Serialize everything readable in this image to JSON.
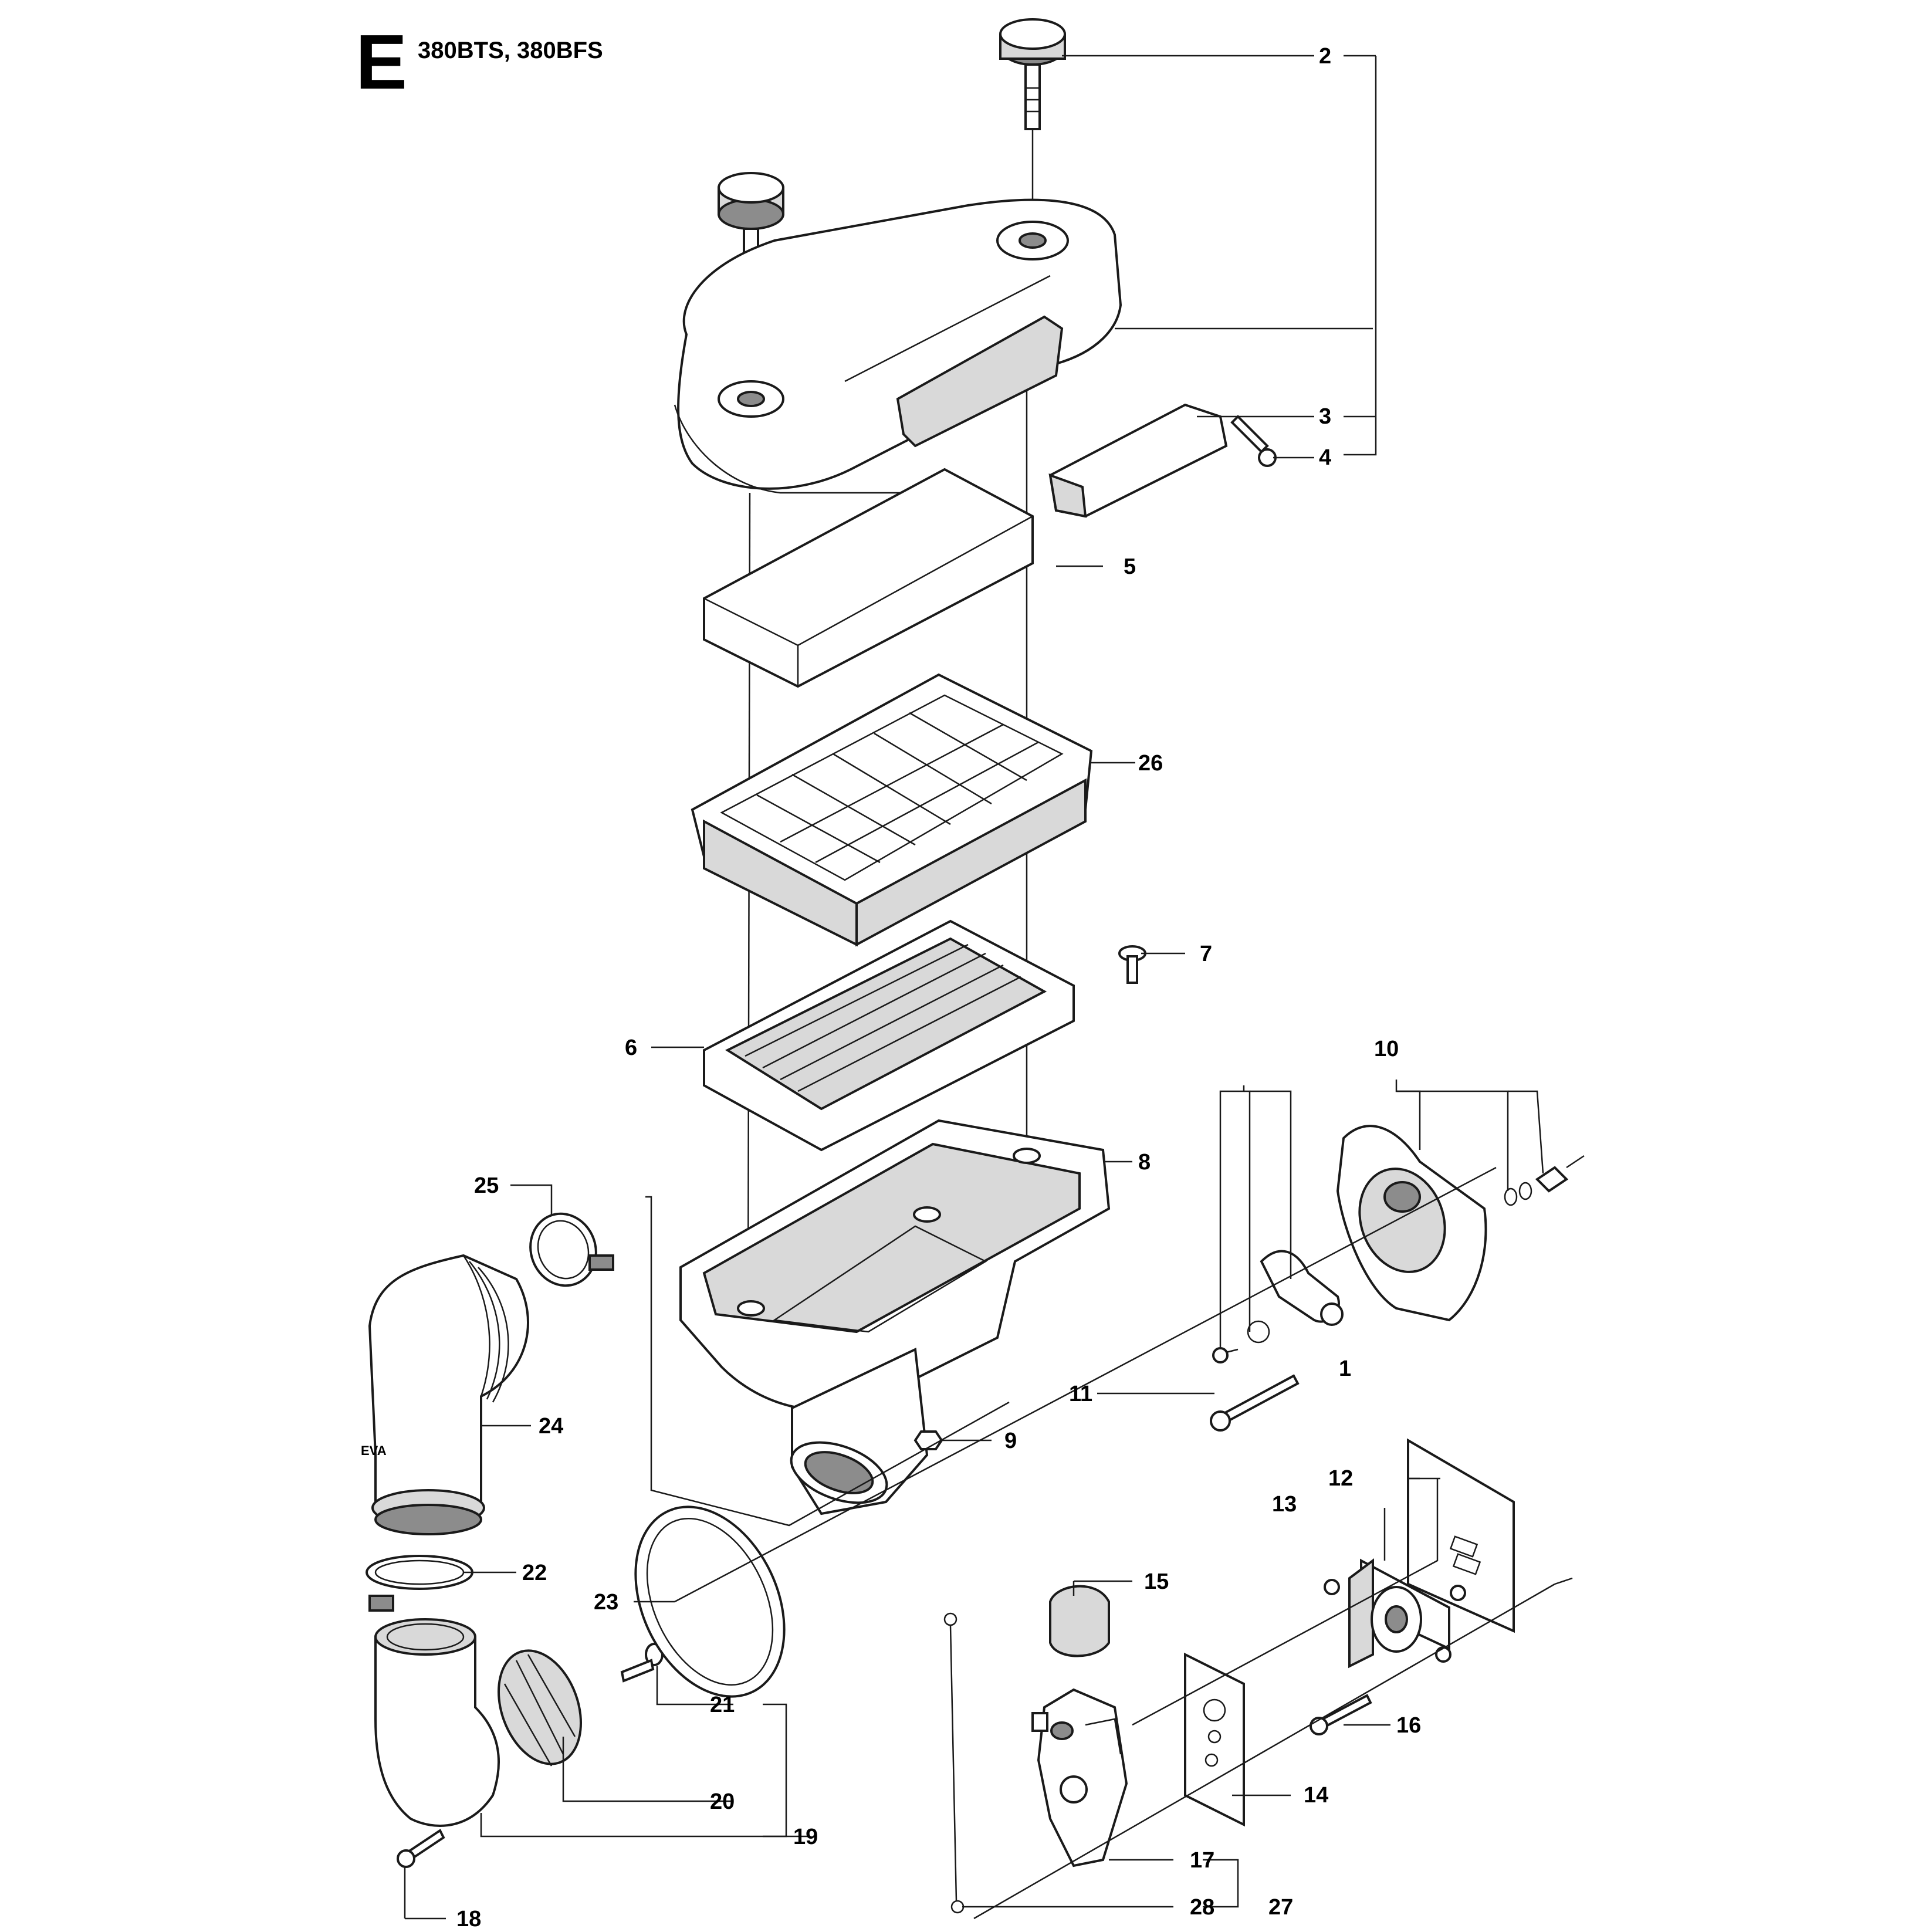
{
  "header": {
    "section_letter": "E",
    "models": "380BTS, 380BFS"
  },
  "callouts": {
    "c1": "1",
    "c2": "2",
    "c3": "3",
    "c4": "4",
    "c5": "5",
    "c6": "6",
    "c7": "7",
    "c8": "8",
    "c9": "9",
    "c10": "10",
    "c11": "11",
    "c12": "12",
    "c13": "13",
    "c14": "14",
    "c15": "15",
    "c16": "16",
    "c17": "17",
    "c18": "18",
    "c19": "19",
    "c20": "20",
    "c21": "21",
    "c22": "22",
    "c23": "23",
    "c24": "24",
    "c25": "25",
    "c26": "26",
    "c27": "27",
    "c28": "28"
  },
  "brand_mark": "EVA"
}
